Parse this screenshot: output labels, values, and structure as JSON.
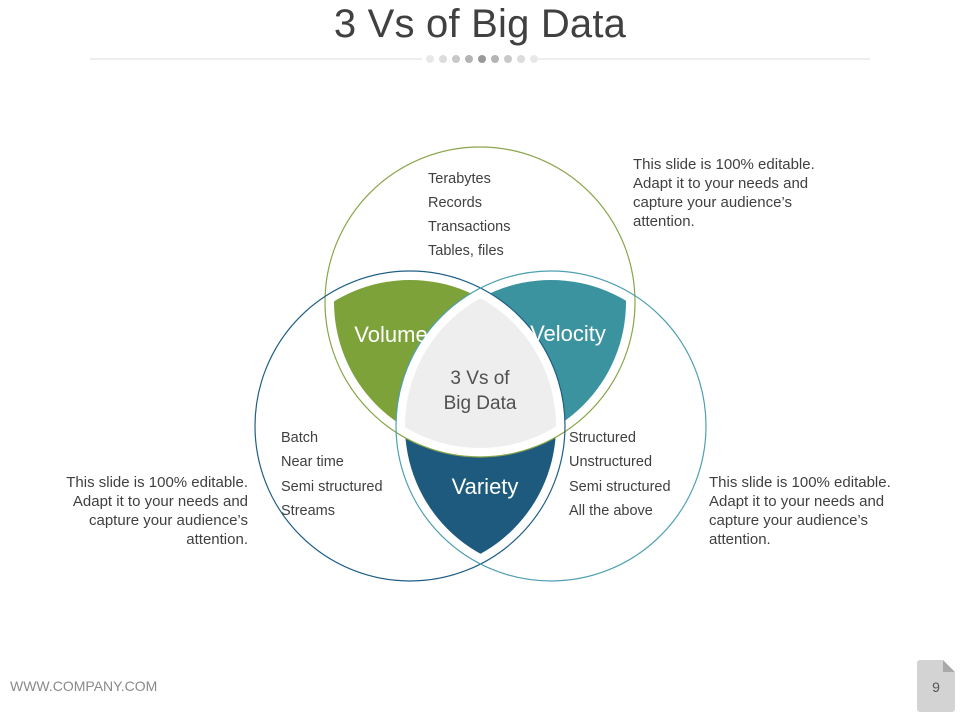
{
  "title": "3 Vs of Big Data",
  "colors": {
    "volume": "#7da23a",
    "velocity": "#3b93a0",
    "variety": "#1e5a7e",
    "center": "#eeeeee",
    "circle_top": "#8aa54b",
    "circle_left": "#1f5f87",
    "circle_right": "#4fa0b0",
    "text": "#404040"
  },
  "diagram": {
    "center_label": [
      "3 Vs of",
      "Big Data"
    ],
    "volume": {
      "label": "Volume",
      "items": [
        "Terabytes",
        "Records",
        "Transactions",
        "Tables, files"
      ]
    },
    "velocity": {
      "label": "Velocity",
      "items": [
        "Batch",
        "Near time",
        "Semi structured",
        "Streams"
      ]
    },
    "variety": {
      "label": "Variety",
      "items": [
        "Structured",
        "Unstructured",
        "Semi structured",
        "All the above"
      ]
    }
  },
  "descriptions": {
    "top_right": [
      "This slide is 100% editable.",
      "Adapt it to your needs and",
      "capture your audience’s",
      "attention."
    ],
    "bottom_left": [
      "This slide is 100% editable.",
      "Adapt it to your needs and",
      "capture your audience’s",
      "attention."
    ],
    "bottom_right": [
      "This slide is 100% editable.",
      "Adapt it to your needs and",
      "capture your audience’s",
      "attention."
    ]
  },
  "footer": {
    "url": "WWW.COMPANY.COM",
    "page_number": "9"
  }
}
